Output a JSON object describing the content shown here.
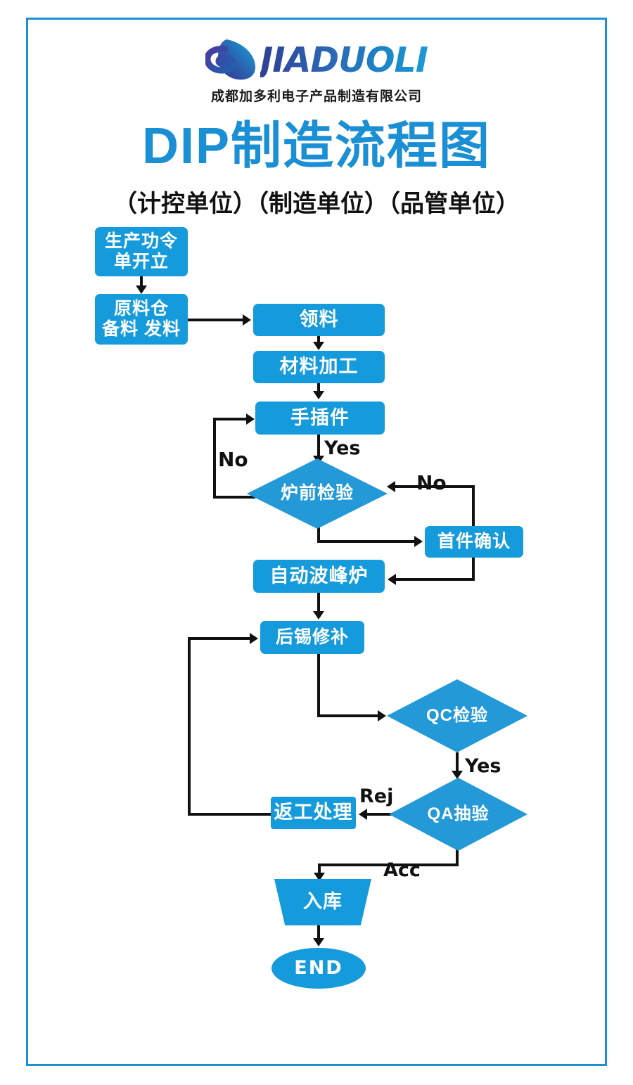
{
  "header": {
    "logo_word": "JIADUOLI",
    "logo_icon": "droplet-swirl-logo",
    "company_name": "成都加多利电子产品制造有限公司"
  },
  "title": {
    "main": "DIP制造流程图",
    "sub": "（计控单位）（制造单位）（品管单位）"
  },
  "colors": {
    "frame": "#1b8fd4",
    "title": "#1b8fd4",
    "node_fill": "#159bdb",
    "diamond_fill": "#2399d8",
    "line": "#111111",
    "node_text": "#ffffff"
  },
  "nodes": [
    {
      "id": "order",
      "label": "生产功令\n单开立",
      "shape": "rect"
    },
    {
      "id": "warehouse",
      "label": "原料仓\n备料 发料",
      "shape": "rect"
    },
    {
      "id": "pick",
      "label": "领料",
      "shape": "rect"
    },
    {
      "id": "process",
      "label": "材料加工",
      "shape": "rect"
    },
    {
      "id": "insert",
      "label": "手插件",
      "shape": "rect"
    },
    {
      "id": "preinsp",
      "label": "炉前检验",
      "shape": "diamond"
    },
    {
      "id": "firstart",
      "label": "首件确认",
      "shape": "rect"
    },
    {
      "id": "wave",
      "label": "自动波峰炉",
      "shape": "rect"
    },
    {
      "id": "touchup",
      "label": "后锡修补",
      "shape": "rect"
    },
    {
      "id": "qc",
      "label": "QC检验",
      "shape": "diamond"
    },
    {
      "id": "qa",
      "label": "QA抽验",
      "shape": "diamond"
    },
    {
      "id": "rework",
      "label": "返工处理",
      "shape": "rect"
    },
    {
      "id": "stockin",
      "label": "入库",
      "shape": "trapezoid"
    },
    {
      "id": "end",
      "label": "END",
      "shape": "ellipse"
    }
  ],
  "edge_labels": {
    "insert_yes": "Yes",
    "preinsp_no_left": "No",
    "firstart_no": "No",
    "qc_yes": "Yes",
    "qa_rej": "Rej",
    "qa_acc": "Acc"
  },
  "chart_data": {
    "type": "flowchart",
    "title": "DIP制造流程图",
    "nodes": [
      "生产功令单开立",
      "原料仓备料发料",
      "领料",
      "材料加工",
      "手插件",
      "炉前检验",
      "首件确认",
      "自动波峰炉",
      "后锡修补",
      "QC检验",
      "QA抽验",
      "返工处理",
      "入库",
      "END"
    ],
    "edges": [
      {
        "from": "生产功令单开立",
        "to": "原料仓备料发料",
        "label": ""
      },
      {
        "from": "原料仓备料发料",
        "to": "领料",
        "label": ""
      },
      {
        "from": "领料",
        "to": "材料加工",
        "label": ""
      },
      {
        "from": "材料加工",
        "to": "手插件",
        "label": ""
      },
      {
        "from": "手插件",
        "to": "炉前检验",
        "label": "Yes"
      },
      {
        "from": "炉前检验",
        "to": "手插件",
        "label": "No"
      },
      {
        "from": "炉前检验",
        "to": "首件确认",
        "label": ""
      },
      {
        "from": "首件确认",
        "to": "炉前检验",
        "label": "No"
      },
      {
        "from": "首件确认",
        "to": "自动波峰炉",
        "label": ""
      },
      {
        "from": "自动波峰炉",
        "to": "后锡修补",
        "label": ""
      },
      {
        "from": "后锡修补",
        "to": "QC检验",
        "label": ""
      },
      {
        "from": "QC检验",
        "to": "QA抽验",
        "label": "Yes"
      },
      {
        "from": "QA抽验",
        "to": "返工处理",
        "label": "Rej"
      },
      {
        "from": "返工处理",
        "to": "后锡修补",
        "label": ""
      },
      {
        "from": "QA抽验",
        "to": "入库",
        "label": "Acc"
      },
      {
        "from": "入库",
        "to": "END",
        "label": ""
      }
    ]
  }
}
